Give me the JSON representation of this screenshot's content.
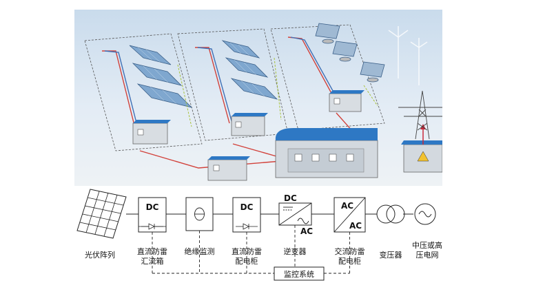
{
  "chain": {
    "pv_array": "光伏阵列",
    "dc_combiner_line1": "直流防雷",
    "dc_combiner_line2": "汇流箱",
    "insulation_monitor": "绝缘监测",
    "dc_cabinet_line1": "直流防雷",
    "dc_cabinet_line2": "配电柜",
    "inverter": "逆变器",
    "ac_cabinet_line1": "交流防雷",
    "ac_cabinet_line2": "配电柜",
    "transformer": "变压器",
    "grid_line1": "中压或高",
    "grid_line2": "压电网",
    "monitoring": "监控系统",
    "dc": "DC",
    "ac": "AC"
  },
  "colors": {
    "roof_blue": "#2e78c4",
    "sky": "#dfeaf4",
    "ground": "#e9eef2",
    "dc_red": "#d2413a",
    "dc_blue": "#3f6fb5",
    "signal_green": "#a9c23c"
  }
}
